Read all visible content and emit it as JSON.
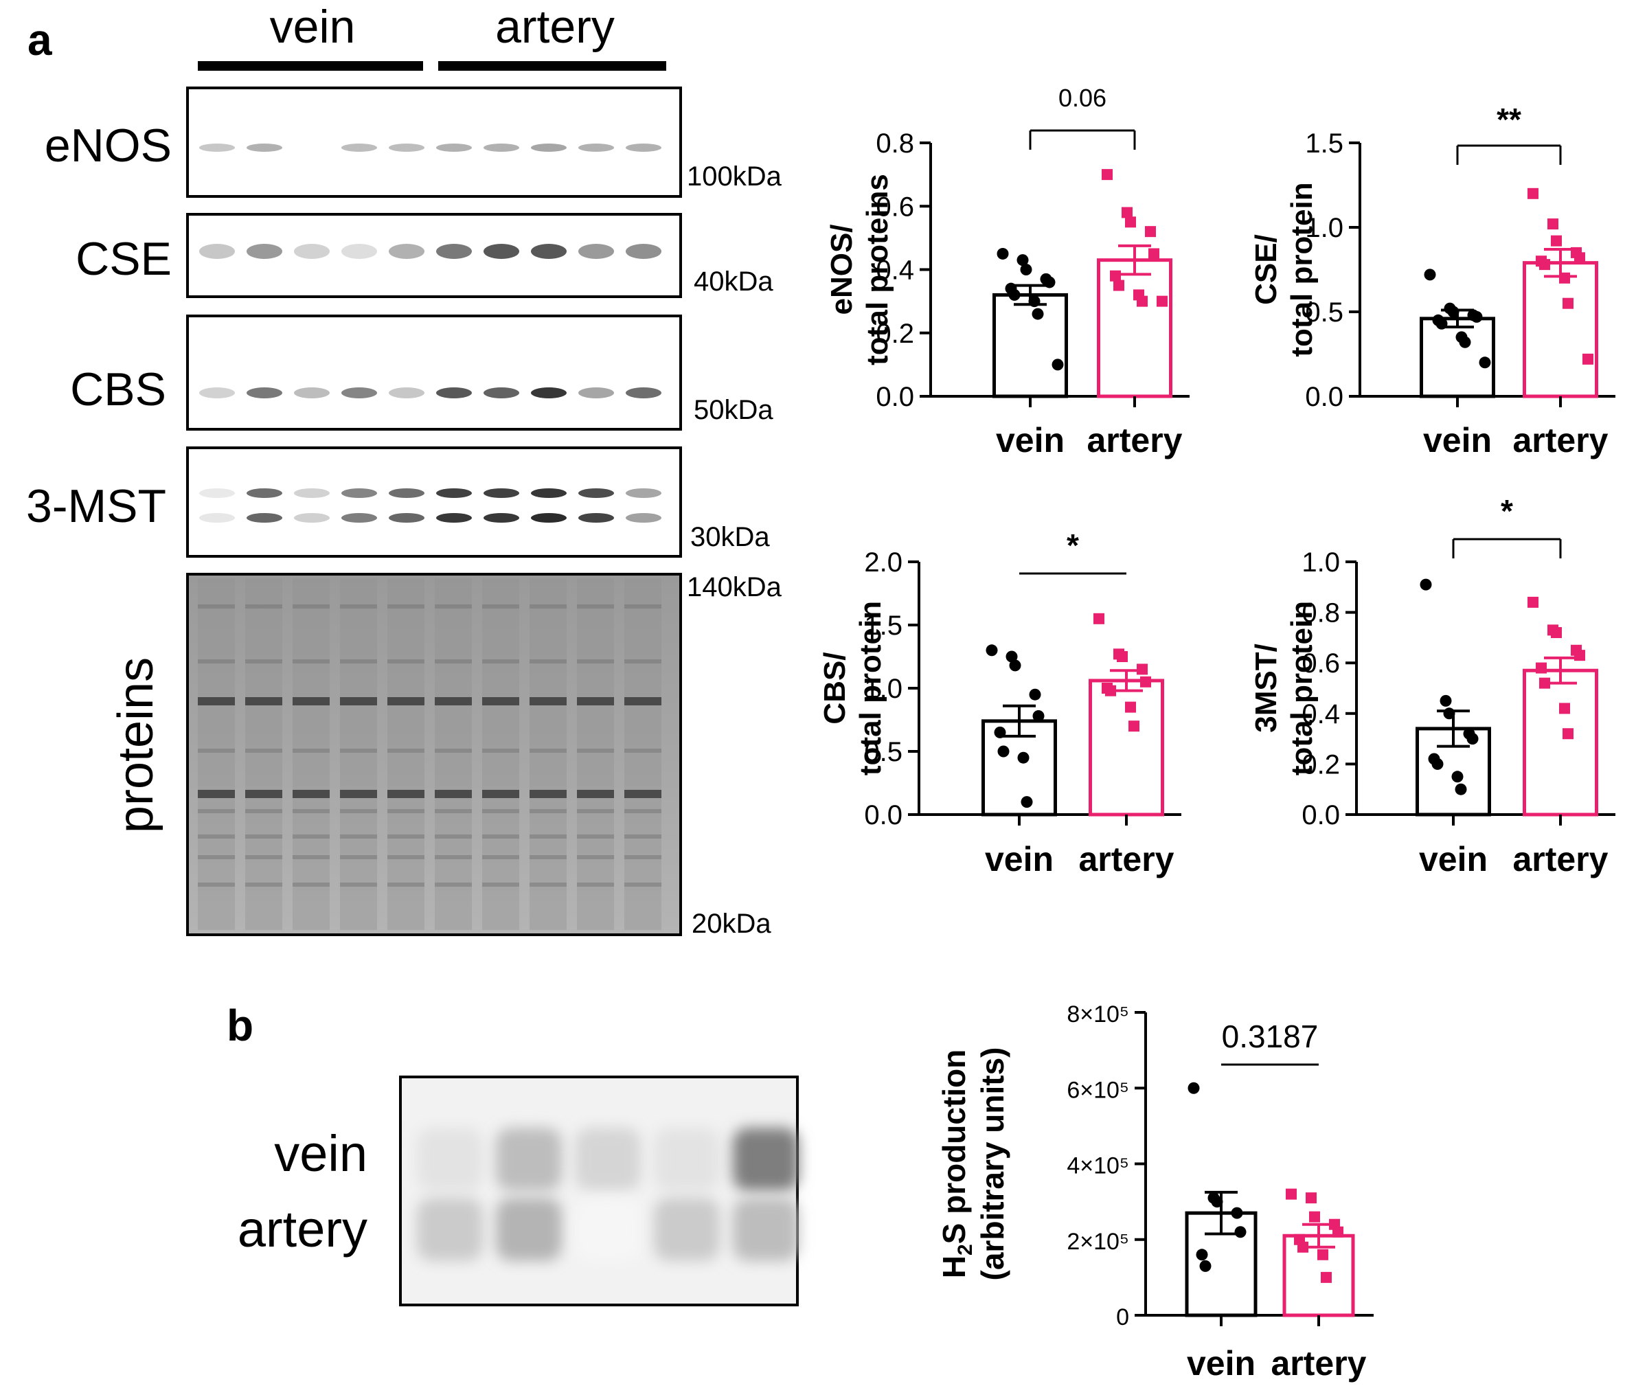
{
  "panel_letters": {
    "a": "a",
    "b": "b"
  },
  "blot_a": {
    "group_labels": [
      "vein",
      "artery"
    ],
    "rows": [
      {
        "label": "eNOS",
        "marker": "100kDa",
        "bands": [
          0.25,
          0.35,
          0,
          0.3,
          0.3,
          0.35,
          0.35,
          0.4,
          0.35,
          0.35
        ]
      },
      {
        "label": "CSE",
        "marker": "40kDa",
        "bands": [
          0.25,
          0.45,
          0.2,
          0.15,
          0.35,
          0.6,
          0.75,
          0.75,
          0.45,
          0.5
        ]
      },
      {
        "label": "CBS",
        "marker": "50kDa",
        "bands": [
          0.2,
          0.6,
          0.3,
          0.55,
          0.25,
          0.75,
          0.7,
          0.9,
          0.4,
          0.65
        ]
      },
      {
        "label": "3-MST",
        "marker": "30kDa",
        "bands": [
          0.1,
          0.65,
          0.2,
          0.55,
          0.65,
          0.85,
          0.85,
          0.9,
          0.8,
          0.4
        ]
      }
    ],
    "protein_label": "proteins",
    "protein_markers": [
      "140kDa",
      "20kDa"
    ]
  },
  "blot_b": {
    "row_labels": [
      "vein",
      "artery"
    ],
    "spots": [
      [
        0.12,
        0.28,
        0.18,
        0.12,
        0.55
      ],
      [
        0.22,
        0.32,
        0.04,
        0.22,
        0.28
      ]
    ]
  },
  "chart_data": [
    {
      "id": "enos",
      "type": "bar",
      "categories": [
        "vein",
        "artery"
      ],
      "ylabel_lines": [
        "eNOS/",
        "total proteins"
      ],
      "ylim": [
        0,
        0.8
      ],
      "yticks": [
        "0.0",
        "0.2",
        "0.4",
        "0.6",
        "0.8"
      ],
      "tick_values": [
        0,
        0.2,
        0.4,
        0.6,
        0.8
      ],
      "means": [
        0.32,
        0.43
      ],
      "sem": [
        0.03,
        0.045
      ],
      "points": [
        [
          0.45,
          0.43,
          0.4,
          0.37,
          0.36,
          0.34,
          0.32,
          0.3,
          0.26,
          0.1
        ],
        [
          0.7,
          0.58,
          0.55,
          0.52,
          0.45,
          0.38,
          0.35,
          0.32,
          0.3,
          0.3
        ]
      ],
      "annotation": "0.06",
      "bracket": true
    },
    {
      "id": "cse",
      "type": "bar",
      "categories": [
        "vein",
        "artery"
      ],
      "ylabel_lines": [
        "CSE/",
        "total protein"
      ],
      "ylim": [
        0,
        1.5
      ],
      "yticks": [
        "0.0",
        "0.5",
        "1.0",
        "1.5"
      ],
      "tick_values": [
        0,
        0.5,
        1.0,
        1.5
      ],
      "means": [
        0.46,
        0.79
      ],
      "sem": [
        0.05,
        0.08
      ],
      "points": [
        [
          0.72,
          0.52,
          0.5,
          0.48,
          0.47,
          0.45,
          0.43,
          0.35,
          0.32,
          0.2
        ],
        [
          1.2,
          1.02,
          0.92,
          0.85,
          0.82,
          0.8,
          0.78,
          0.7,
          0.55,
          0.22
        ]
      ],
      "annotation": "**",
      "bracket": true
    },
    {
      "id": "cbs",
      "type": "bar",
      "categories": [
        "vein",
        "artery"
      ],
      "ylabel_lines": [
        "CBS/",
        "total protein"
      ],
      "ylim": [
        0,
        2.0
      ],
      "yticks": [
        "0.0",
        "0.5",
        "1.0",
        "1.5",
        "2.0"
      ],
      "tick_values": [
        0,
        0.5,
        1.0,
        1.5,
        2.0
      ],
      "means": [
        0.74,
        1.06
      ],
      "sem": [
        0.12,
        0.08
      ],
      "points": [
        [
          1.3,
          1.25,
          1.18,
          0.95,
          0.78,
          0.65,
          0.5,
          0.45,
          0.1
        ],
        [
          1.55,
          1.27,
          1.25,
          1.15,
          1.05,
          1.0,
          0.98,
          0.85,
          0.7
        ]
      ],
      "annotation": "*",
      "bracket": false
    },
    {
      "id": "3mst",
      "type": "bar",
      "categories": [
        "vein",
        "artery"
      ],
      "ylabel_lines": [
        "3MST/",
        "total protein"
      ],
      "ylim": [
        0,
        1.0
      ],
      "yticks": [
        "0.0",
        "0.2",
        "0.4",
        "0.6",
        "0.8",
        "1.0"
      ],
      "tick_values": [
        0,
        0.2,
        0.4,
        0.6,
        0.8,
        1.0
      ],
      "means": [
        0.34,
        0.57
      ],
      "sem": [
        0.07,
        0.05
      ],
      "points": [
        [
          0.91,
          0.45,
          0.4,
          0.32,
          0.3,
          0.22,
          0.2,
          0.15,
          0.1
        ],
        [
          0.84,
          0.73,
          0.72,
          0.65,
          0.63,
          0.58,
          0.52,
          0.42,
          0.32
        ]
      ],
      "annotation": "*",
      "bracket": true
    },
    {
      "id": "h2s",
      "type": "bar",
      "categories": [
        "vein",
        "artery"
      ],
      "ylabel_lines": [
        "H2S production",
        "(arbitrary units)"
      ],
      "ylabel_subscript": {
        "main": "H",
        "sub": "2",
        "rest": "S production"
      },
      "ylim": [
        0,
        800000
      ],
      "yticks": [
        "0",
        "2×10⁵",
        "4×10⁵",
        "6×10⁵",
        "8×10⁵"
      ],
      "tick_values": [
        0,
        200000,
        400000,
        600000,
        800000
      ],
      "means": [
        270000,
        210000
      ],
      "sem": [
        55000,
        30000
      ],
      "points": [
        [
          600000,
          310000,
          300000,
          270000,
          220000,
          160000,
          130000
        ],
        [
          320000,
          310000,
          260000,
          240000,
          220000,
          200000,
          180000,
          160000,
          100000
        ]
      ],
      "annotation": "0.3187",
      "bracket": false
    }
  ],
  "colors": {
    "vein": "#000000",
    "artery": "#e8206e"
  }
}
